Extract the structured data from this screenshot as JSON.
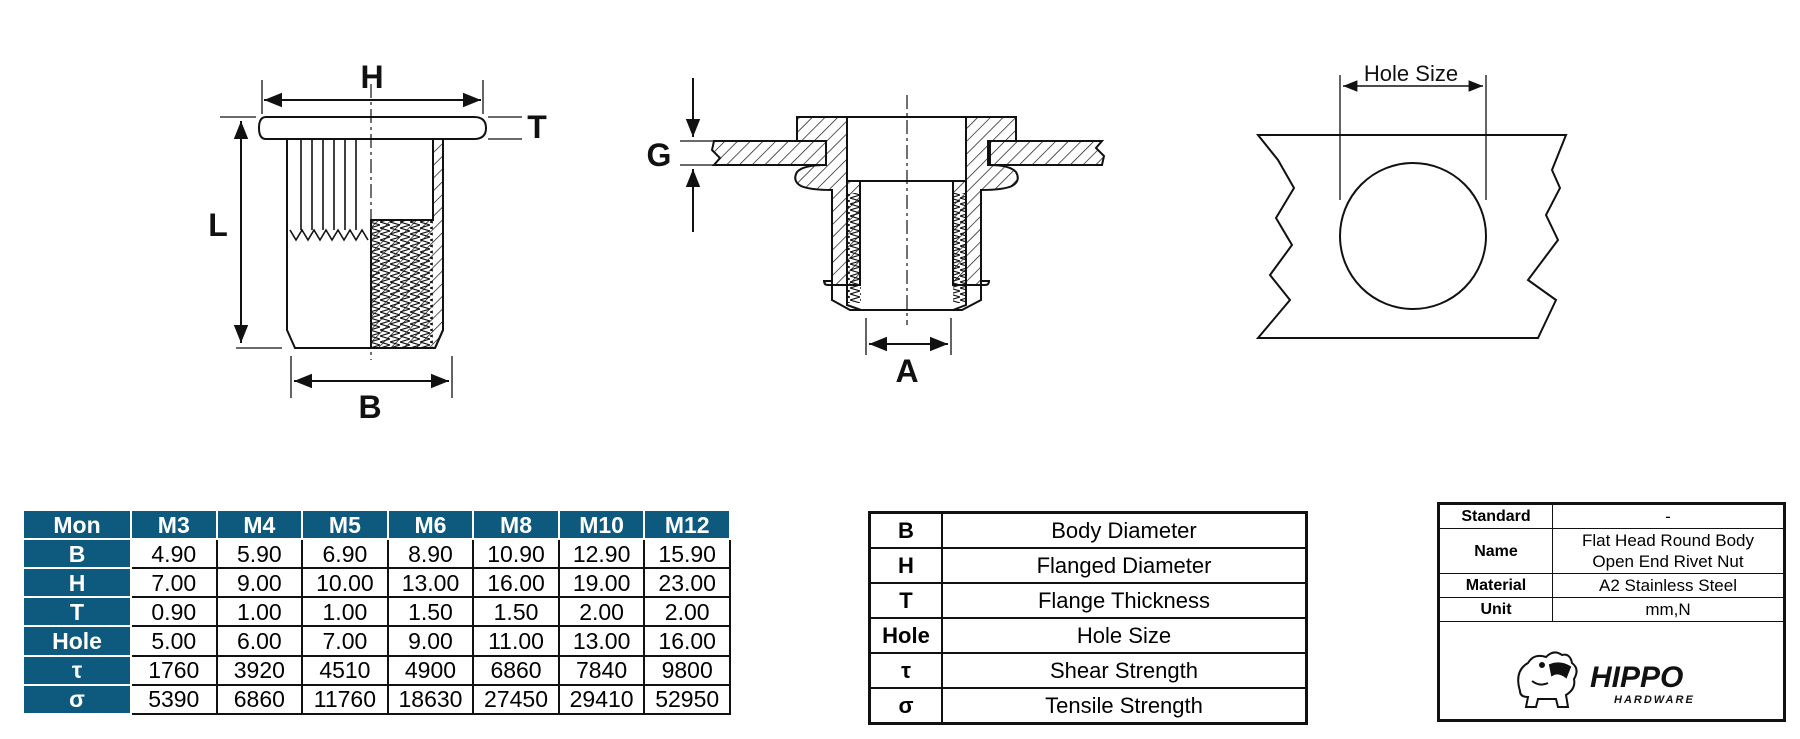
{
  "diagram": {
    "labels": {
      "H": "H",
      "T": "T",
      "L": "L",
      "B": "B",
      "G": "G",
      "A": "A",
      "hole_size": "Hole Size"
    }
  },
  "size_table": {
    "corner": "Mon",
    "columns": [
      "M3",
      "M4",
      "M5",
      "M6",
      "M8",
      "M10",
      "M12"
    ],
    "rows": [
      {
        "label": "B",
        "values": [
          "4.90",
          "5.90",
          "6.90",
          "8.90",
          "10.90",
          "12.90",
          "15.90"
        ]
      },
      {
        "label": "H",
        "values": [
          "7.00",
          "9.00",
          "10.00",
          "13.00",
          "16.00",
          "19.00",
          "23.00"
        ]
      },
      {
        "label": "T",
        "values": [
          "0.90",
          "1.00",
          "1.00",
          "1.50",
          "1.50",
          "2.00",
          "2.00"
        ]
      },
      {
        "label": "Hole",
        "values": [
          "5.00",
          "6.00",
          "7.00",
          "9.00",
          "11.00",
          "13.00",
          "16.00"
        ]
      },
      {
        "label": "τ",
        "values": [
          "1760",
          "3920",
          "4510",
          "4900",
          "6860",
          "7840",
          "9800"
        ]
      },
      {
        "label": "σ",
        "values": [
          "5390",
          "6860",
          "11760",
          "18630",
          "27450",
          "29410",
          "52950"
        ]
      }
    ]
  },
  "legend": [
    {
      "symbol": "B",
      "meaning": "Body Diameter"
    },
    {
      "symbol": "H",
      "meaning": "Flanged Diameter"
    },
    {
      "symbol": "T",
      "meaning": "Flange Thickness"
    },
    {
      "symbol": "Hole",
      "meaning": "Hole Size"
    },
    {
      "symbol": "τ",
      "meaning": "Shear Strength"
    },
    {
      "symbol": "σ",
      "meaning": "Tensile Strength"
    }
  ],
  "info": {
    "standard_label": "Standard",
    "standard_value": "-",
    "name_label": "Name",
    "name_line1": "Flat Head Round Body",
    "name_line2": "Open End Rivet Nut",
    "material_label": "Material",
    "material_value": "A2 Stainless Steel",
    "unit_label": "Unit",
    "unit_value": "mm,N"
  },
  "logo": {
    "brand": "HIPPO",
    "sub": "HARDWARE"
  },
  "colors": {
    "header_bg": "#0e5a7e",
    "header_text": "#ffffff",
    "line": "#111111"
  }
}
